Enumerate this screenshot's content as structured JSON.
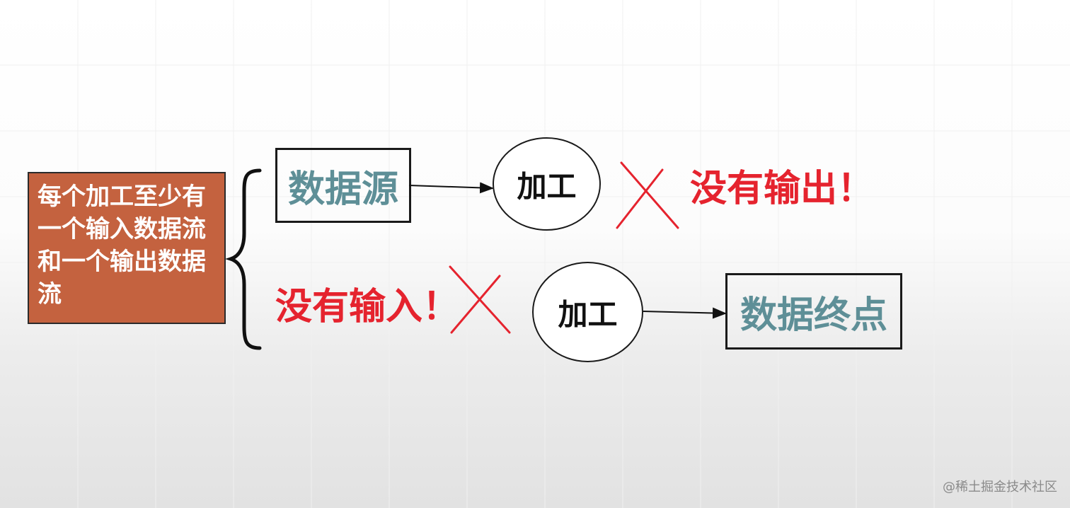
{
  "rule": {
    "text": "每个加工至少有一个输入数据流和一个输出数据流"
  },
  "diagram": {
    "source_label": "数据源",
    "process_label_top": "加工",
    "process_label_bottom": "加工",
    "sink_label": "数据终点",
    "warning_no_output": "没有输出！",
    "warning_no_input": "没有输入！"
  },
  "watermark": "@稀土掘金技术社区",
  "colors": {
    "rule_box_fill": "#c4623f",
    "entity_text": "#5e8f97",
    "warning_red": "#e5232e"
  }
}
